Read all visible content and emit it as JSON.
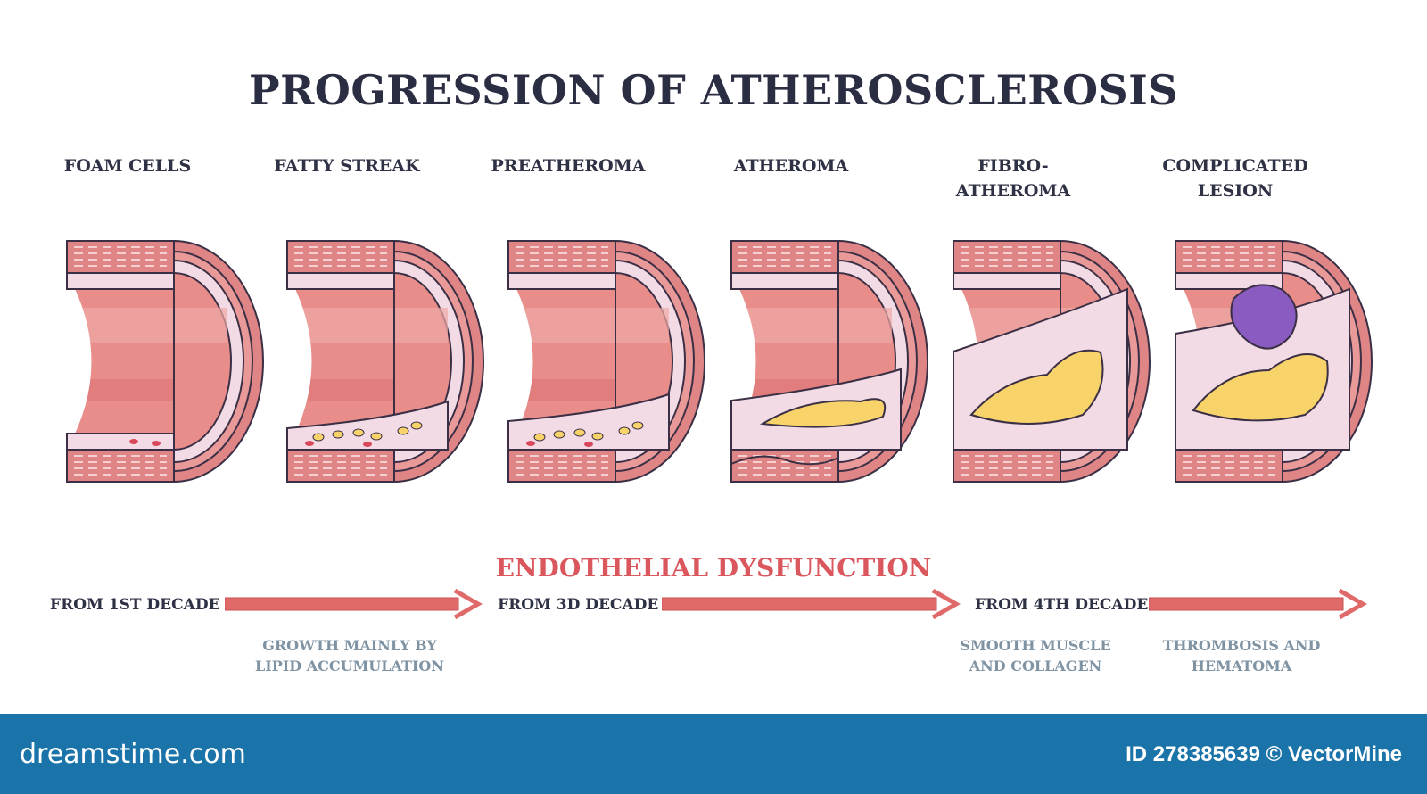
{
  "title": "PROGRESSION OF ATHEROSCLEROSIS",
  "stages": [
    {
      "lines": [
        "",
        "FOAM CELLS"
      ],
      "plaque": "none"
    },
    {
      "lines": [
        "",
        "FATTY STREAK"
      ],
      "plaque": "streak"
    },
    {
      "lines": [
        "",
        "PREATHEROMA"
      ],
      "plaque": "pre"
    },
    {
      "lines": [
        "",
        "ATHEROMA"
      ],
      "plaque": "atheroma"
    },
    {
      "lines": [
        "FIBRO-",
        "ATHEROMA"
      ],
      "plaque": "fibro"
    },
    {
      "lines": [
        "COMPLICATED",
        "LESION"
      ],
      "plaque": "complicated"
    }
  ],
  "timeline": {
    "heading": "ENDOTHELIAL DYSFUNCTION",
    "decades": [
      "FROM 1ST DECADE",
      "FROM 3D DECADE",
      "FROM 4TH DECADE"
    ],
    "notes": [
      [
        "GROWTH MAINLY BY",
        "LIPID ACCUMULATION"
      ],
      [
        "SMOOTH MUSCLE",
        "AND COLLAGEN"
      ],
      [
        "THROMBOSIS AND",
        "HEMATOMA"
      ]
    ]
  },
  "footer": {
    "logo": "dreamstime.com",
    "credit": "ID 278385639 © VectorMine"
  },
  "colors": {
    "title": "#2b2d42",
    "accent": "#d9575d",
    "note": "#7f93a3",
    "footer_bg": "#1a73a9",
    "vessel_wall": "#e08585",
    "lumen": "#e88d8a",
    "intima": "#f3dbe6",
    "lipid": "#f7d36a",
    "thrombus": "#8a5bc0"
  },
  "icons": {
    "arrow": "right-arrow-icon"
  }
}
